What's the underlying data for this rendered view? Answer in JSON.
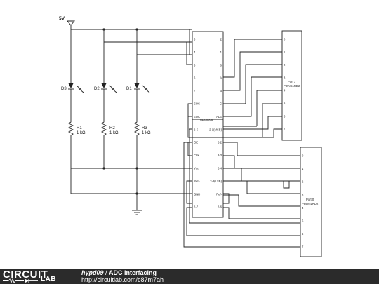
{
  "schematic": {
    "supply": "5V",
    "leds": [
      "D3",
      "D2",
      "D1"
    ],
    "resistors": [
      {
        "name": "R1",
        "value": "1 kΩ"
      },
      {
        "name": "R2",
        "value": "1 kΩ"
      },
      {
        "name": "R3",
        "value": "1 kΩ"
      }
    ],
    "adc": {
      "name": "ADC0808",
      "left_pins": [
        "3",
        "4",
        "5",
        "6",
        "7",
        "SOC",
        "EOC",
        "2^-5",
        "OE",
        "CLK",
        "Vcc",
        "Ref+",
        "GND",
        "2^-7"
      ],
      "right_pins": [
        "2",
        "1",
        "0",
        "A",
        "B",
        "C",
        "ALE",
        "2^-1(MSB)",
        "2^-2",
        "2^-3",
        "2^-4",
        "2^-8(LSB)",
        "Ref-",
        "2^-6"
      ]
    },
    "port1": {
      "label1": "Port 1",
      "label2": "P89V51RD2",
      "pins": [
        "0",
        "1",
        "2",
        "3",
        "4",
        "5",
        "6",
        "7"
      ]
    },
    "port0": {
      "label1": "Port 0",
      "label2": "P89V51RD2",
      "pins": [
        "0",
        "1",
        "2",
        "3",
        "4",
        "5",
        "6",
        "7"
      ]
    }
  },
  "footer": {
    "logo_top": "CIRCUIT",
    "logo_bottom": "LAB",
    "user": "hypd09",
    "separator": " / ",
    "title": "ADC interfacing",
    "url": "http://circuitlab.com/c87m7ah"
  }
}
